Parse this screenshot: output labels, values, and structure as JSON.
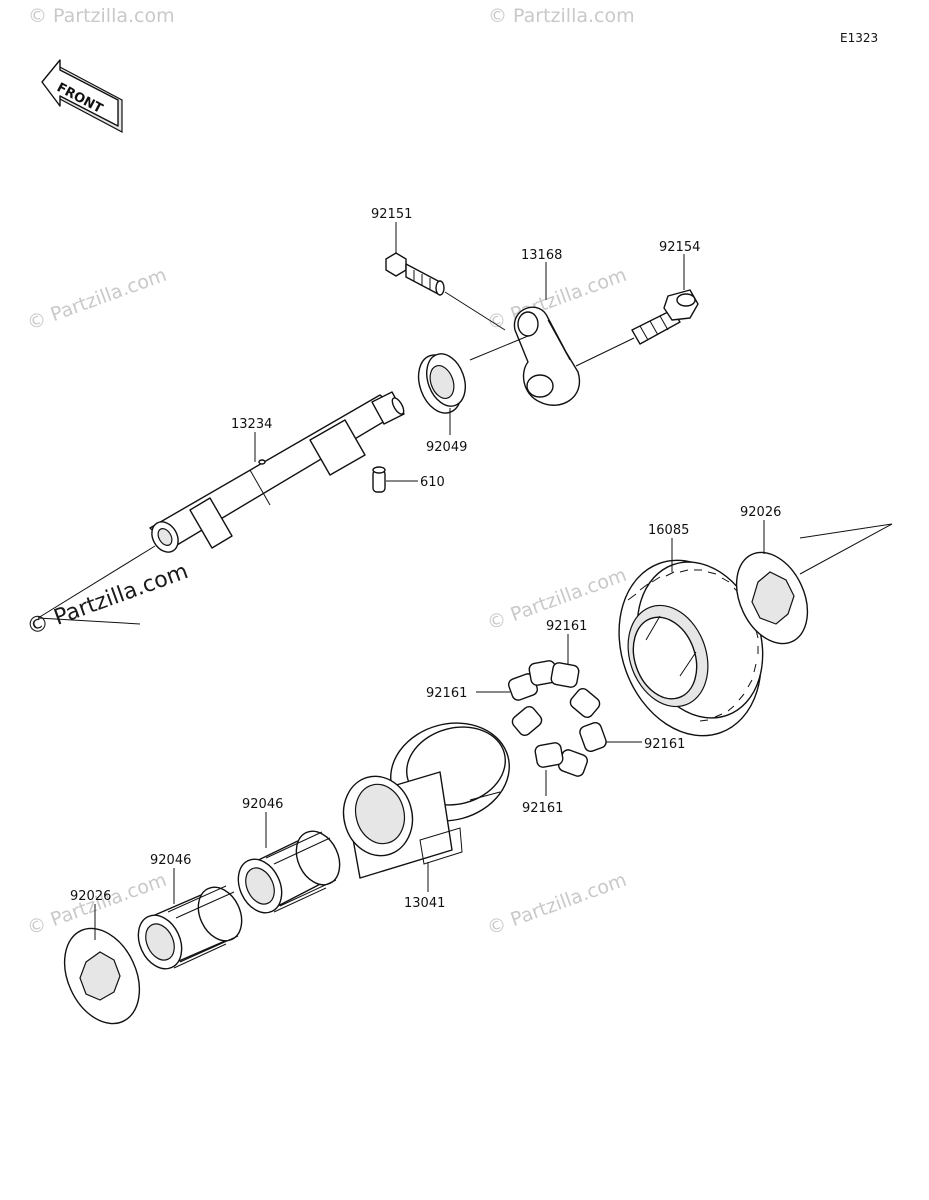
{
  "diagram_code": "E1323",
  "front_label": "FRONT",
  "watermarks": [
    "© Partzilla.com",
    "© Partzilla.com",
    "© Partzilla.com",
    "© Partzilla.com",
    "© Partzilla.com",
    "© Partzilla.com",
    "© Partzilla.com"
  ],
  "watermark_main": "© Partzilla.com",
  "callouts": {
    "p92151": "92151",
    "p13168": "13168",
    "p92154": "92154",
    "p92049": "92049",
    "p13234": "13234",
    "p610": "610",
    "p16085": "16085",
    "p92026_top": "92026",
    "p92161_a": "92161",
    "p92161_b": "92161",
    "p92161_c": "92161",
    "p92161_d": "92161",
    "p92046_a": "92046",
    "p92046_b": "92046",
    "p13041": "13041",
    "p92026_bottom": "92026"
  }
}
